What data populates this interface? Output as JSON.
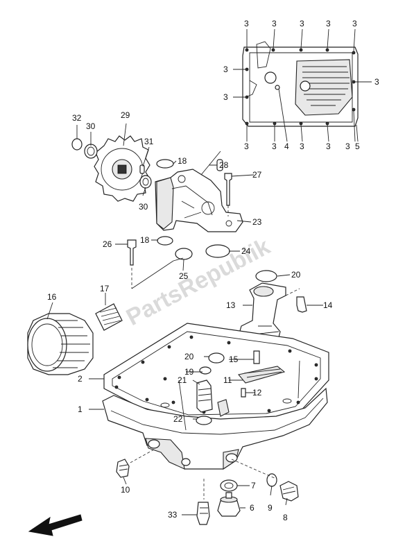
{
  "watermark": "PartsRepublik",
  "callouts": {
    "c3_top1": "3",
    "c3_top2": "3",
    "c3_top3": "3",
    "c3_top4": "3",
    "c3_top5": "3",
    "c3_left1": "3",
    "c3_left2": "3",
    "c3_right1": "3",
    "c3_bot1": "3",
    "c3_bot2": "3",
    "c3_bot3": "3",
    "c3_bot4": "3",
    "c3_bot5": "3",
    "c4": "4",
    "c5": "5",
    "c32": "32",
    "c30a": "30",
    "c29": "29",
    "c31": "31",
    "c30b": "30",
    "c18a": "18",
    "c28": "28",
    "c27": "27",
    "c23": "23",
    "c26": "26",
    "c18b": "18",
    "c24": "24",
    "c25": "25",
    "c20a": "20",
    "c16": "16",
    "c17": "17",
    "c13": "13",
    "c14": "14",
    "c20b": "20",
    "c15": "15",
    "c19": "19",
    "c21": "21",
    "c11": "11",
    "c12": "12",
    "c2": "2",
    "c1": "1",
    "c22": "22",
    "c10": "10",
    "c7": "7",
    "c6": "6",
    "c9": "9",
    "c8": "8",
    "c33": "33"
  }
}
